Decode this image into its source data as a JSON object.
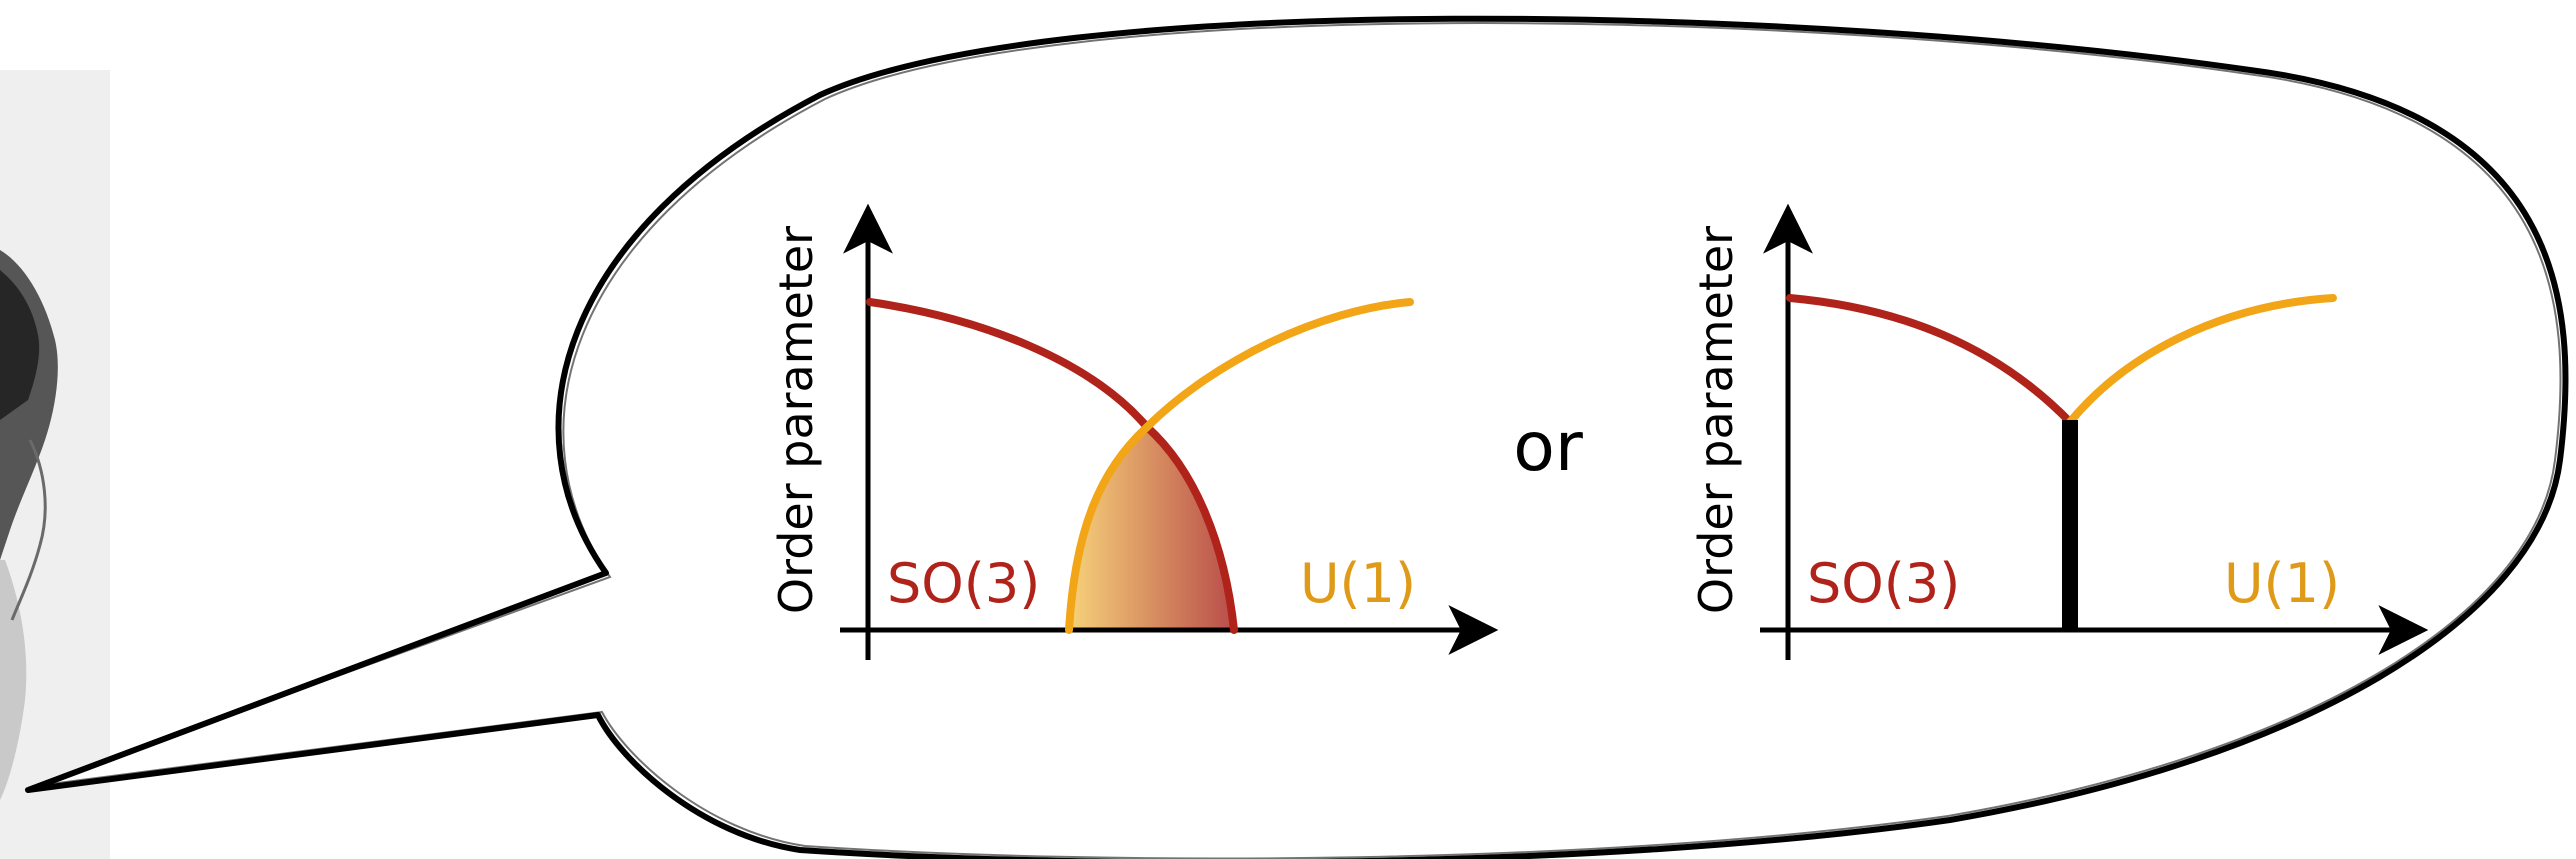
{
  "speech_bubble": {
    "connector_word": "or"
  },
  "colors": {
    "so3_curve": "#b0231b",
    "u1_curve": "#f2a516",
    "so3_label": "#b0231b",
    "u1_label": "#e09a1a",
    "coexistence_fill_light": "#f7d27a",
    "coexistence_fill_dark": "#b94d4a",
    "transition_bar": "#000000"
  },
  "diagrams": [
    {
      "variant": "coexistence-region",
      "y_axis_label": "Order parameter",
      "so3_label": "SO(3)",
      "u1_label": "U(1)"
    },
    {
      "variant": "first-order-transition",
      "y_axis_label": "Order parameter",
      "so3_label": "SO(3)",
      "u1_label": "U(1)"
    }
  ]
}
